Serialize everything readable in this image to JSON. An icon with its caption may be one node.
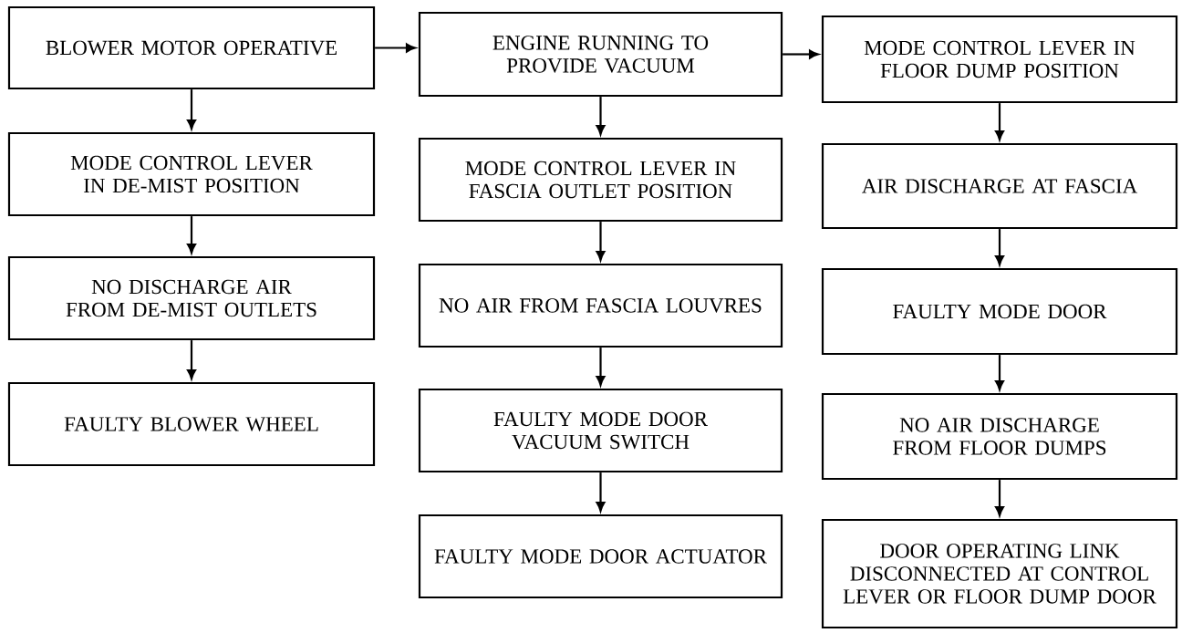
{
  "diagram": {
    "nodes": [
      {
        "text": [
          "BLOWER MOTOR OPERATIVE"
        ]
      },
      {
        "text": [
          "MODE CONTROL LEVER IN DE-MIST POSITION"
        ]
      },
      {
        "text": [
          "NO DISCHARGE AIR FROM DE-MIST OUTLETS"
        ]
      },
      {
        "text": [
          "FAULTY BLOWER WHEEL"
        ]
      },
      {
        "text": [
          "ENGINE RUNNING TO PROVIDE VACUUM"
        ]
      },
      {
        "text": [
          "MODE CONTROL LEVER IN FASCIA OUTLET POSITION"
        ]
      },
      {
        "text": [
          "NO AIR FROM FASCIA LOUVRES"
        ]
      },
      {
        "text": [
          "FAULTY MODE DOOR VACUUM SWITCH"
        ]
      },
      {
        "text": [
          "FAULTY MODE DOOR ACTUATOR"
        ]
      },
      {
        "text": [
          "MODE CONTROL LEVER IN FLOOR DUMP POSITION"
        ]
      },
      {
        "text": [
          "AIR DISCHARGE AT FASCIA"
        ]
      },
      {
        "text": [
          "FAULTY MODE DOOR"
        ]
      },
      {
        "text": [
          "NO AIR DISCHARGE FROM FLOOR DUMPS"
        ]
      },
      {
        "text": [
          "DOOR OPERATING LINK DISCONNECTED AT CONTROL LEVER OR FLOOR DUMP DOOR"
        ]
      }
    ],
    "edges": [
      {
        "from": 0,
        "to": 4,
        "arrow": "to"
      },
      {
        "from": 4,
        "to": 9,
        "arrow": "to"
      },
      {
        "from": 0,
        "to": 1,
        "arrow": "to"
      },
      {
        "from": 1,
        "to": 2,
        "arrow": "to"
      },
      {
        "from": 2,
        "to": 3,
        "arrow": "to"
      },
      {
        "from": 4,
        "to": 5,
        "arrow": "to"
      },
      {
        "from": 5,
        "to": 6,
        "arrow": "to"
      },
      {
        "from": 6,
        "to": 7,
        "arrow": "to"
      },
      {
        "from": 7,
        "to": 8,
        "arrow": "to"
      },
      {
        "from": 9,
        "to": 10,
        "arrow": "to"
      },
      {
        "from": 10,
        "to": 11,
        "arrow": "to"
      },
      {
        "from": 11,
        "to": 12,
        "arrow": "to"
      },
      {
        "from": 12,
        "to": 13,
        "arrow": "to"
      }
    ]
  }
}
